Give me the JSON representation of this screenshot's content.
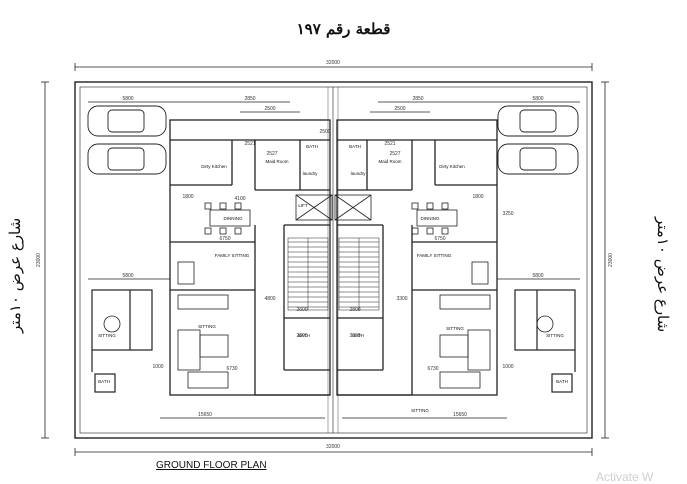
{
  "plot_title": "قطعة رقم ١٩٧",
  "street_left": "شارع عرض ١٠متر",
  "street_right": "شارع عرض ١٠متر",
  "floor_title": "GROUND FLOOR PLAN",
  "watermark": "Activate W",
  "dimensions": {
    "overall_top": "32000",
    "overall_bottom": "32000",
    "left_height": "23000",
    "right_height": "23000",
    "top_left_5800": "5800",
    "top_left_2850": "2850",
    "top_right_2850": "2850",
    "top_right_5800": "5800",
    "top_2500_left": "2500",
    "top_2500_right": "2500",
    "top_2500_mid": "2500",
    "d1800_left": "1800",
    "d1800_right": "1800",
    "mid_5800_left": "5800",
    "mid_5800_right": "5800",
    "d6750_left": "6750",
    "d6750_right": "6750",
    "d6730_left": "6730",
    "d6730_right": "6730",
    "d15650_left": "15650",
    "d15650_right": "15650",
    "d1000_left": "1000",
    "d1000_right": "1000",
    "d2527_left": "2527",
    "d2527_right": "2527",
    "d2521_left": "2521",
    "d2521_right": "2521",
    "d4800": "4800",
    "d3300": "3300",
    "d4100": "4100",
    "d3250": "3250",
    "d2800_left": "2800",
    "d2800_right": "2800",
    "d3000": "3000",
    "d2600": "2600"
  },
  "rooms": {
    "maid_left": "Maid Room",
    "maid_right": "Maid Room",
    "bath_top_left": "BATH",
    "bath_top_right": "BATH",
    "laundry_left": "laundry",
    "laundry_right": "laundry",
    "dirty_kitchen_left": "Dirty\nKitchen",
    "dirty_kitchen_right": "Dirty\nKitchen",
    "dining_left": "DINNING",
    "dining_right": "DINNING",
    "family_left": "FAMILY SITTING",
    "family_right": "FAMILY SITTING",
    "sitting_left": "SITTING",
    "sitting_right": "SITTING",
    "sitting_annex_left": "SITTING",
    "sitting_annex_right": "SITTING",
    "bath_annex_left": "BATH",
    "bath_annex_right": "BATH",
    "bath_mid_left": "BATH",
    "bath_mid_right": "BATH",
    "sitting_bottom": "SITTING",
    "lift": "LIFT"
  }
}
